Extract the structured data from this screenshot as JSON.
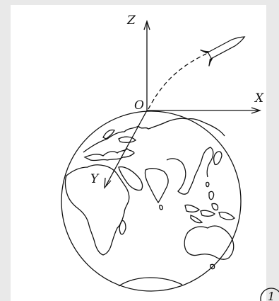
{
  "axes": {
    "z_label": "Z",
    "x_label": "X",
    "y_label": "Y",
    "origin_label": "O"
  },
  "figure_number": "1",
  "colors": {
    "ink": "#111111",
    "paper": "#ffffff",
    "border": "#e9e9e9"
  },
  "icons": [
    "rocket-icon",
    "earth-globe"
  ]
}
